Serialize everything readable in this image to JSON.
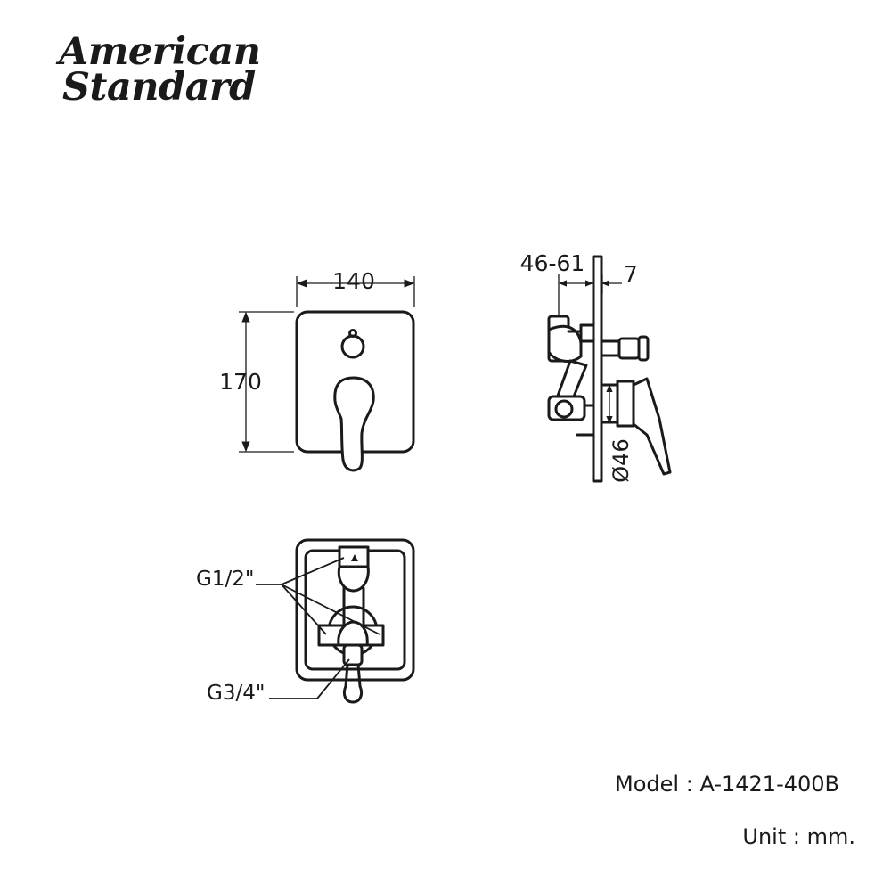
{
  "brand": {
    "line1": "American",
    "line2": "Standard"
  },
  "dimensions": {
    "width": "140",
    "height": "170",
    "depth": "46-61",
    "plate": "7",
    "diameter": "Ø46"
  },
  "connections": {
    "inlet": "G1/2\"",
    "outlet": "G3/4\""
  },
  "model": {
    "label": "Model",
    "sep": ":",
    "value": "A-1421-400B"
  },
  "unit": {
    "label": "Unit",
    "sep": ":",
    "value": "mm."
  }
}
